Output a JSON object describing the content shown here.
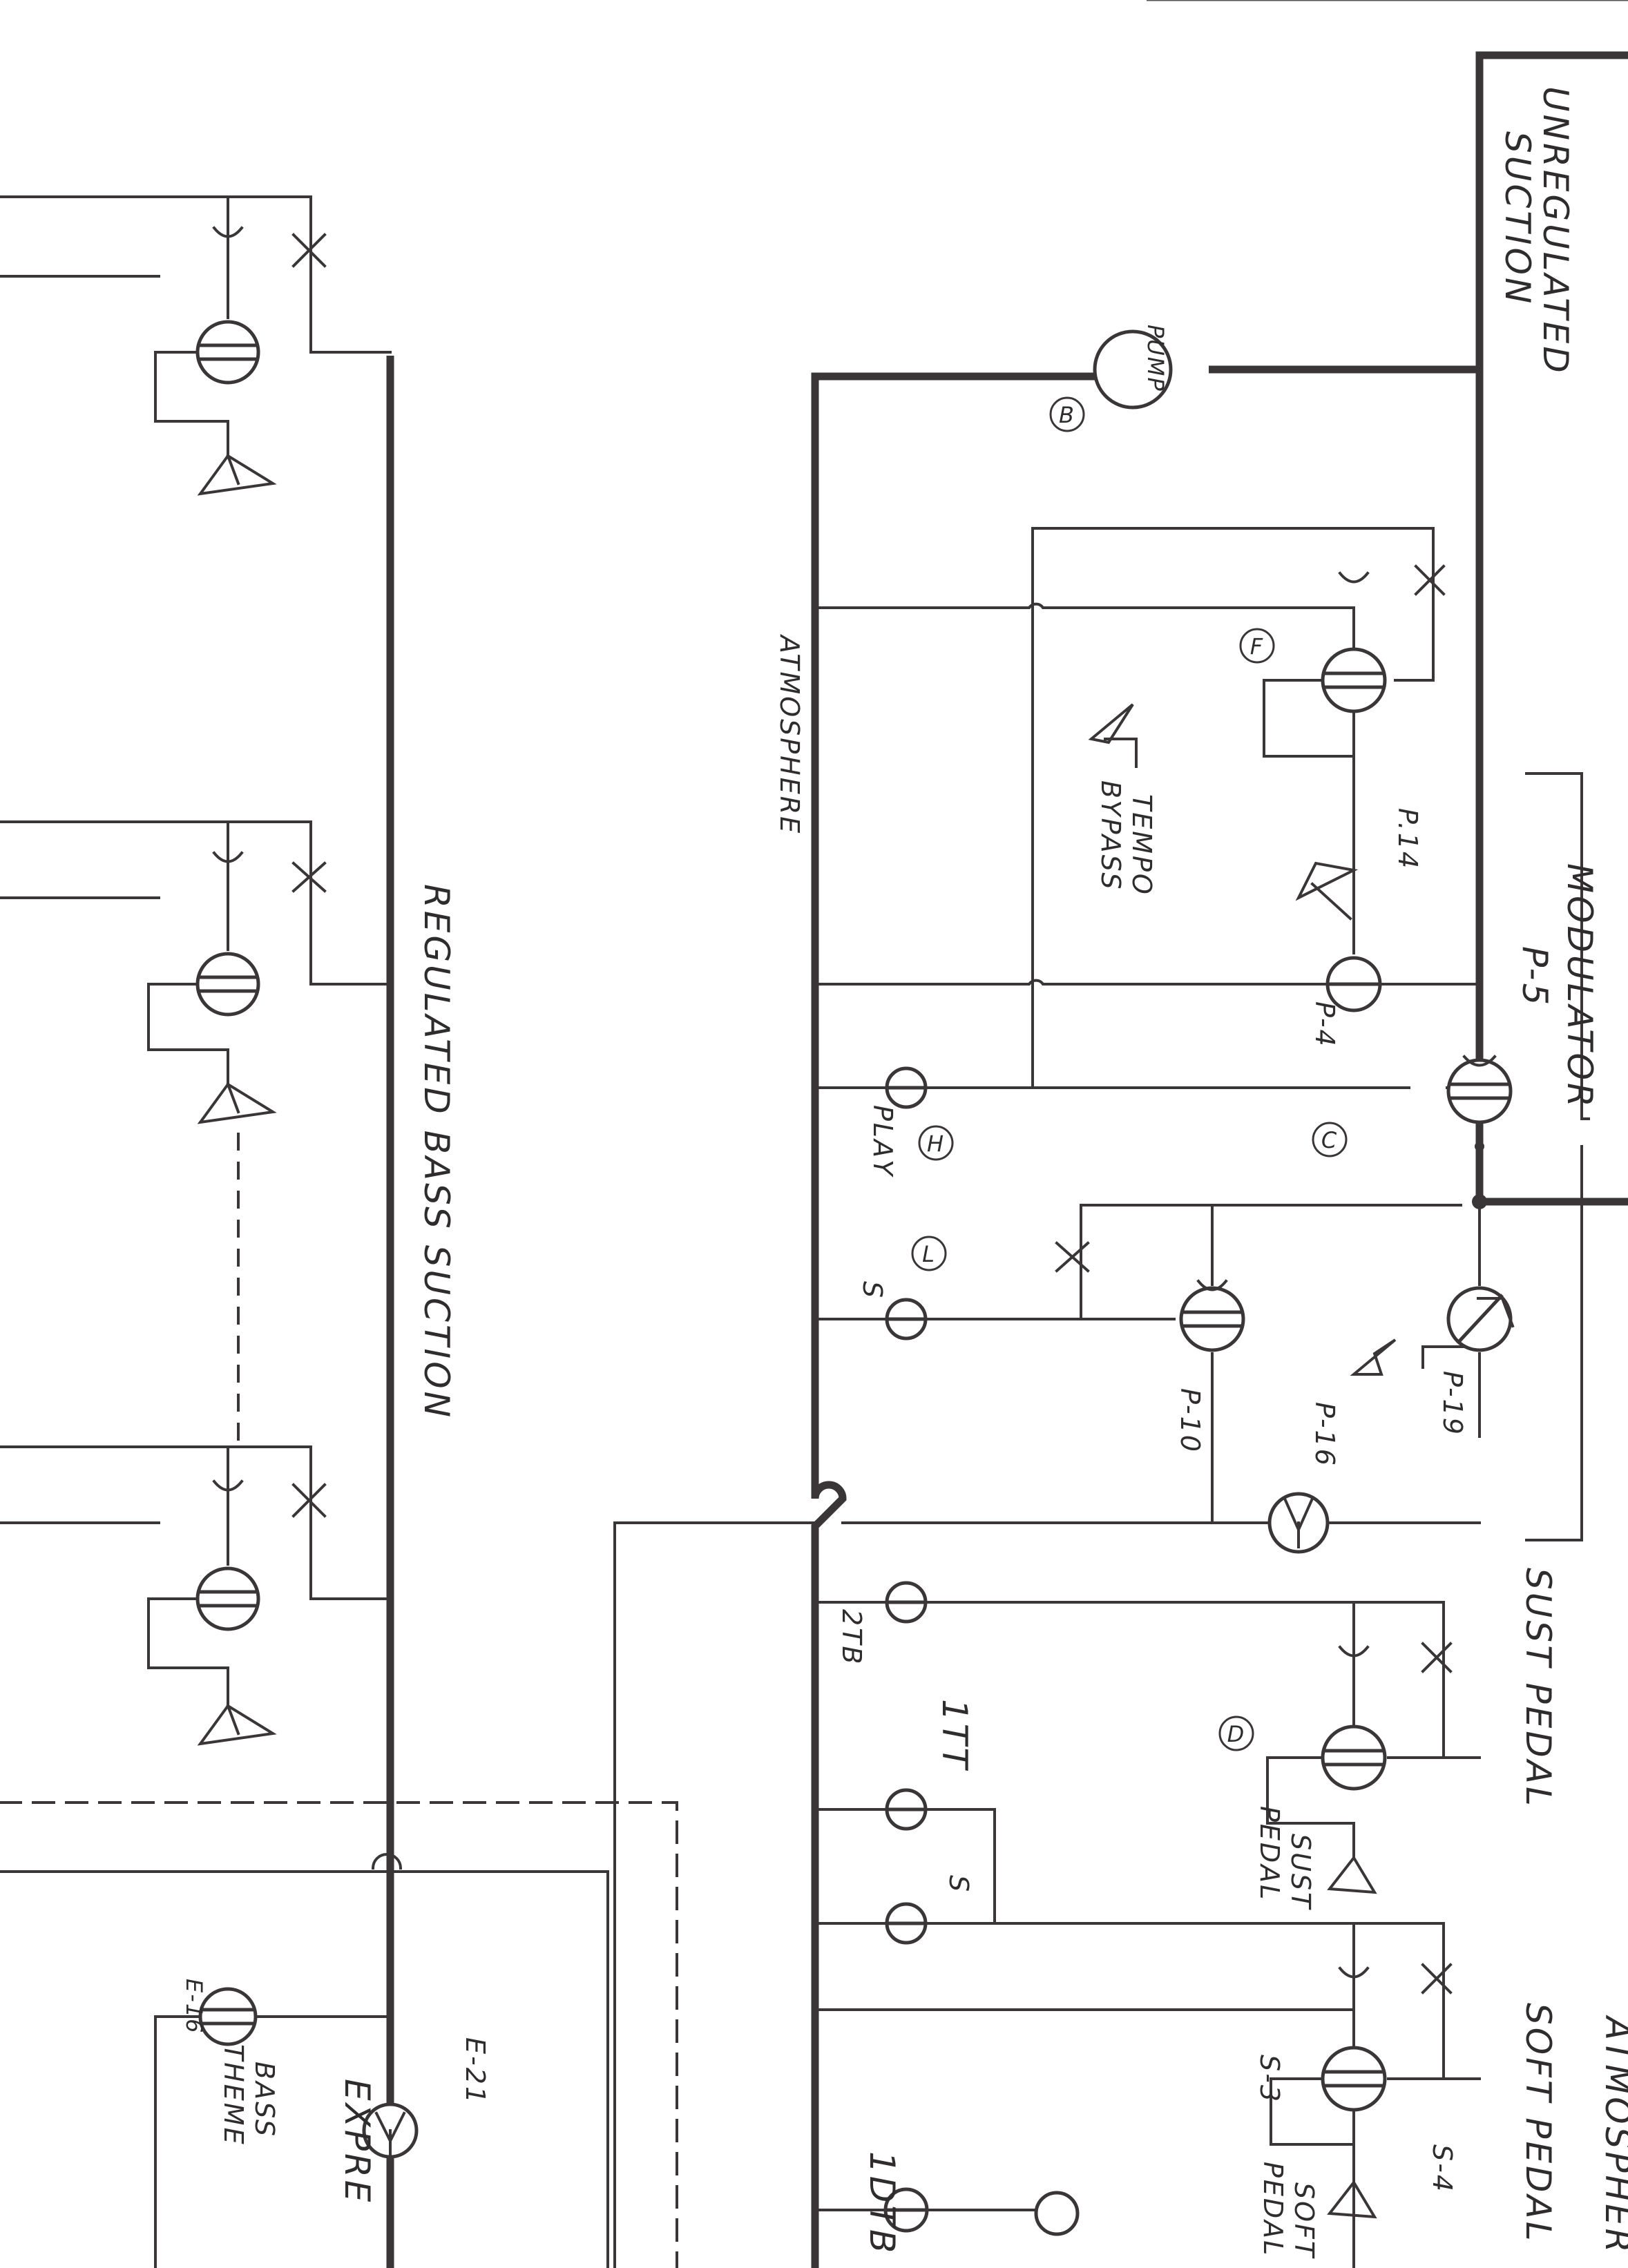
{
  "labels": {
    "unregulated": "UNREGULATED",
    "suction": "SUCTION",
    "regulated_bass": "REGULATED BASS SUCTION",
    "atmosphere": "ATMOSPHERE",
    "atmosphere_right": "ATMOSPHER",
    "pump": "PUMP",
    "modulator": "MODULATOR",
    "p5": "P-5",
    "tempo": "TEMPO",
    "bypass": "BYPASS",
    "p14": "P.14",
    "p4": "P-4",
    "play": "PLAY",
    "s": "S",
    "p10": "P-10",
    "p16": "P-16",
    "p19": "P-19",
    "sust_pedal_main": "SUST PEDAL",
    "soft_pedal_main": "SOFT PEDAL",
    "tb2": "2TB",
    "tt1": "1TT",
    "s2": "S",
    "sust": "SUST",
    "pedal": "PEDAL",
    "s3": "S-3",
    "s4": "S-4",
    "soft": "SOFT",
    "pedal2": "PEDAL",
    "dtb1": "1DTB",
    "e16": "E-16",
    "bass": "BASS",
    "theme": "THEME",
    "e21": "E-21",
    "expre": "EXPRE"
  },
  "circle_letters": {
    "b": "B",
    "f": "F",
    "c": "C",
    "h": "H",
    "l": "L",
    "d": "D"
  }
}
